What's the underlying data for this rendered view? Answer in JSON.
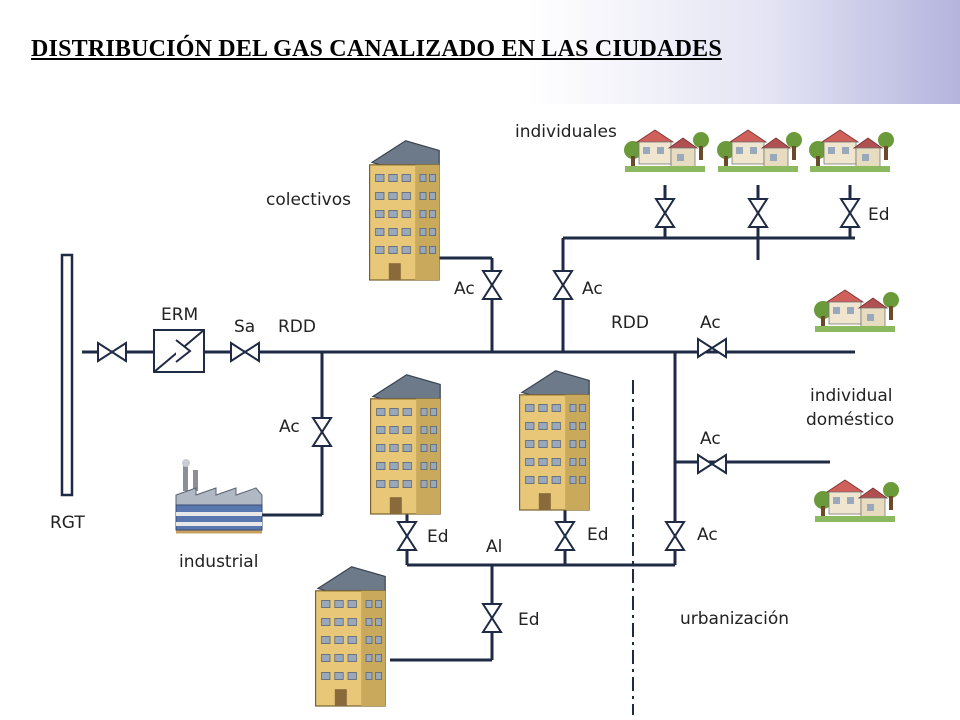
{
  "header": {
    "title": "DISTRIBUCIÓN DEL GAS CANALIZADO EN LAS CIUDADES"
  },
  "colors": {
    "pipe": "#1f2a44",
    "building": "#e8c878",
    "roof": "#6d7a8a",
    "window": "#9aa8bc",
    "tree": "#6a9a3a",
    "house_roof": "#d0605a"
  },
  "labels": {
    "individuales": "individuales",
    "colectivos": "colectivos",
    "erm": "ERM",
    "sa": "Sa",
    "rdd_left": "RDD",
    "rdd_right": "RDD",
    "ac_colectivos": "Ac",
    "ac_individuales": "Ac",
    "ac_domestico_top": "Ac",
    "ac_industrial": "Ac",
    "ac_domestico_bottom": "Ac",
    "ac_urbanizacion": "Ac",
    "ed_houses": "Ed",
    "individual": "individual",
    "domestico": "doméstico",
    "rgt": "RGT",
    "industrial": "industrial",
    "ed_left": "Ed",
    "al": "Al",
    "ed_middle": "Ed",
    "ed_bottom": "Ed",
    "urbanizacion": "urbanización"
  }
}
